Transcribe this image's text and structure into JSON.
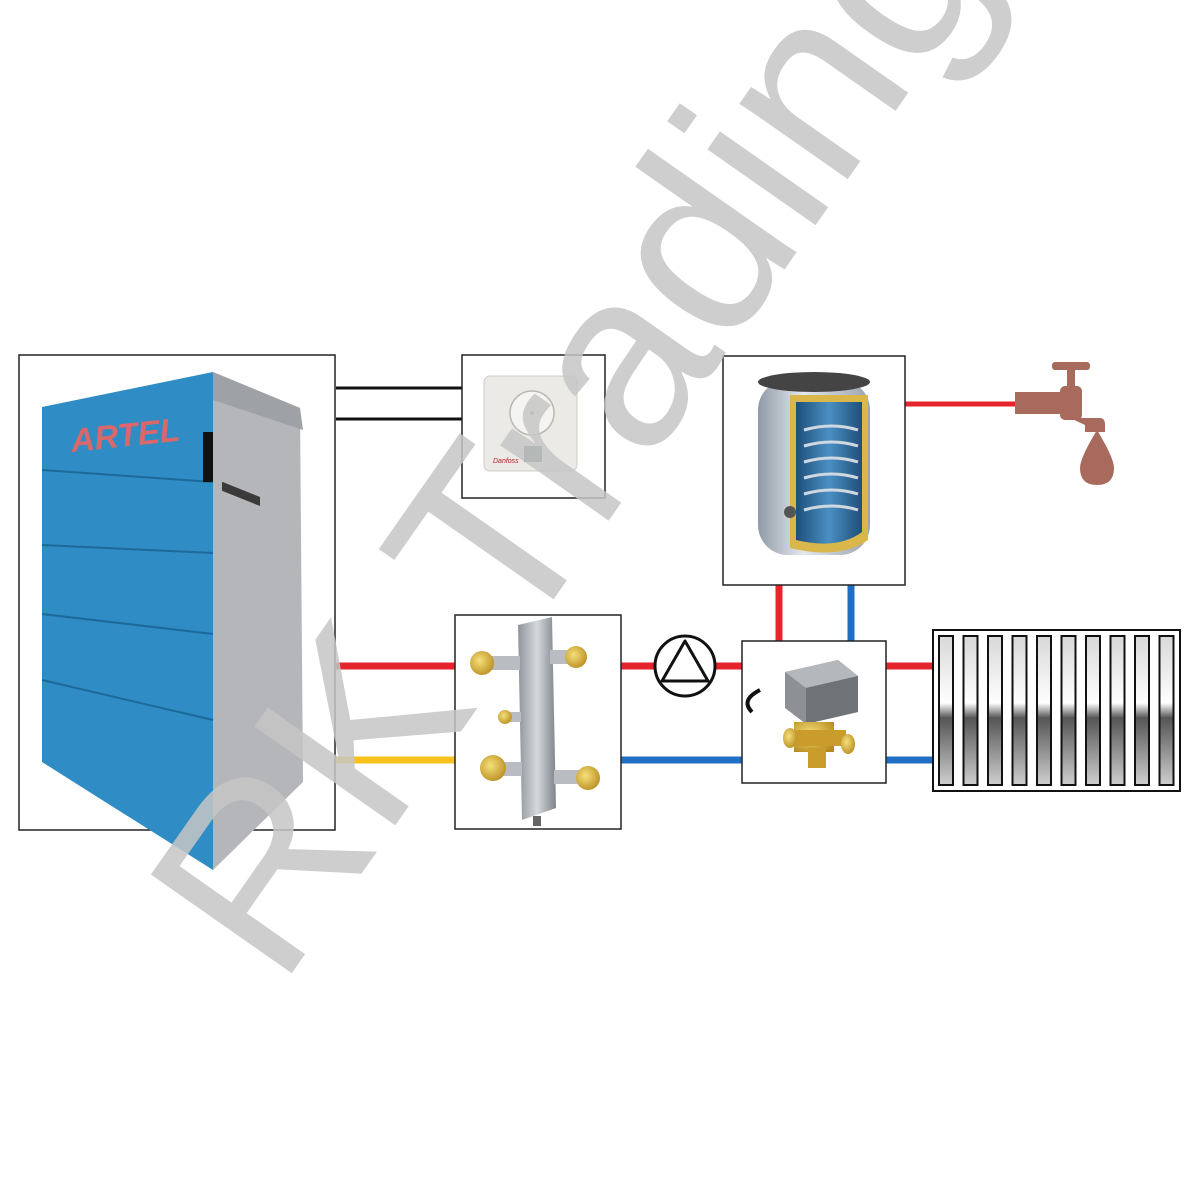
{
  "diagram": {
    "boiler": {
      "brand": "ARTEL"
    },
    "thermostat": {
      "brand": "Danfoss"
    },
    "watermark": "RK Trading",
    "colors": {
      "hot": "#e5242b",
      "cold": "#1f6fc4",
      "return": "#f6c21b",
      "signal": "#111111",
      "boiler_front": "#2f8cc4",
      "boiler_side": "#b4b6b9",
      "tap": "#a86a5c",
      "watermark": "#c6c6c6"
    }
  }
}
